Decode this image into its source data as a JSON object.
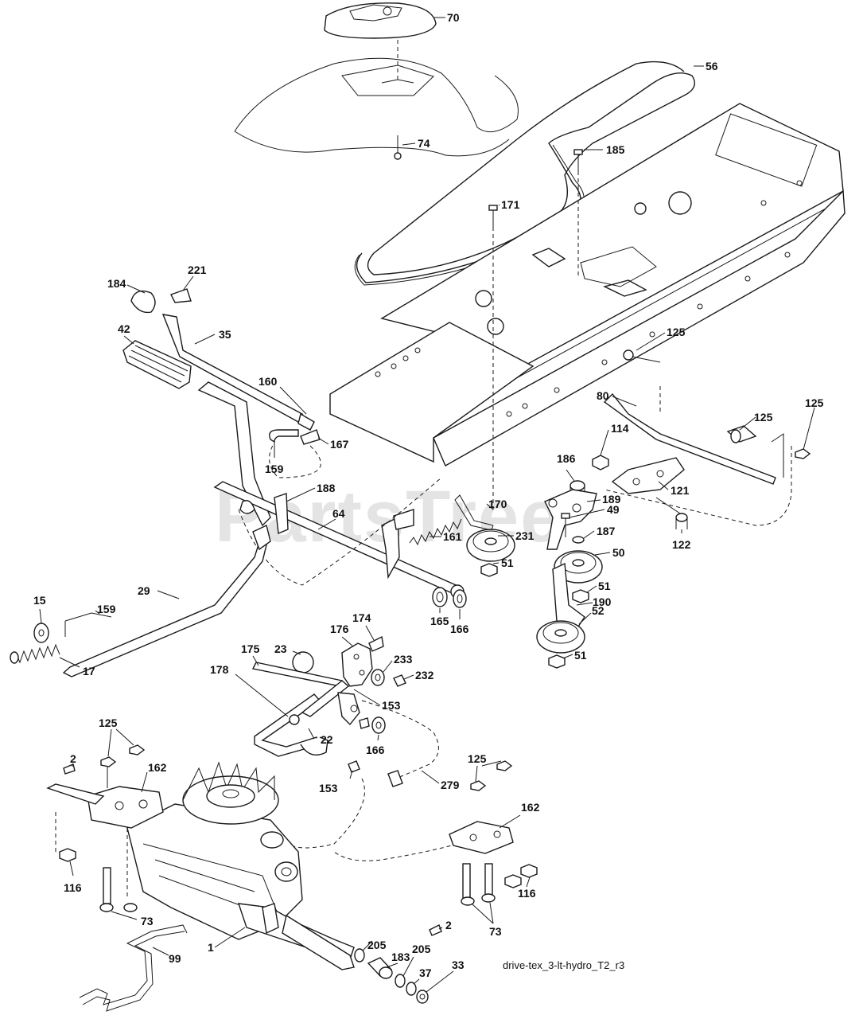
{
  "watermark": "PartsTree",
  "diagram_ref": "drive-tex_3-lt-hydro_T2_r3",
  "labels": {
    "p70": "70",
    "p56": "56",
    "p74": "74",
    "p185": "185",
    "p171": "171",
    "p221": "221",
    "p184": "184",
    "p42": "42",
    "p35": "35",
    "p160": "160",
    "p167": "167",
    "p159a": "159",
    "p188": "188",
    "p64": "64",
    "p161": "161",
    "p170": "170",
    "p231": "231",
    "p51a": "51",
    "p125a": "125",
    "p80": "80",
    "p125b": "125",
    "p125c": "125",
    "p114": "114",
    "p186": "186",
    "p121": "121",
    "p189": "189",
    "p49": "49",
    "p187": "187",
    "p122": "122",
    "p50": "50",
    "p51b": "51",
    "p190": "190",
    "p52": "52",
    "p51c": "51",
    "p29": "29",
    "p15": "15",
    "p159b": "159",
    "p17": "17",
    "p165": "165",
    "p166a": "166",
    "p174": "174",
    "p176": "176",
    "p23": "23",
    "p175": "175",
    "p233": "233",
    "p232": "232",
    "p178": "178",
    "p153a": "153",
    "p22": "22",
    "p166b": "166",
    "p125d": "125",
    "p2a": "2",
    "p162a": "162",
    "p153b": "153",
    "p279": "279",
    "p125e": "125",
    "p162b": "162",
    "p116a": "116",
    "p116b": "116",
    "p73a": "73",
    "p73b": "73",
    "p1": "1",
    "p99": "99",
    "p205a": "205",
    "p183": "183",
    "p2b": "2",
    "p205b": "205",
    "p37": "37",
    "p33": "33"
  }
}
